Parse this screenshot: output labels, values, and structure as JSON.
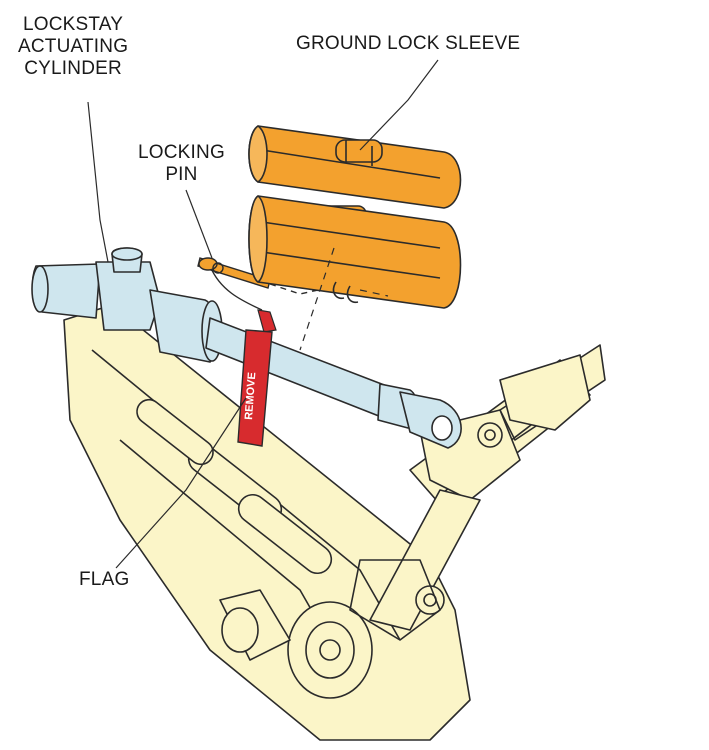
{
  "diagram": {
    "labels": {
      "lockstay_actuating_cylinder": "LOCKSTAY\nACTUATING\nCYLINDER",
      "ground_lock_sleeve": "GROUND LOCK SLEEVE",
      "locking_pin": "LOCKING\nPIN",
      "flag": "FLAG"
    },
    "flag_text": "REMOVE",
    "colors": {
      "landing_gear_structure": "#fbf5c8",
      "cylinder": "#cfe6ee",
      "sleeve": "#f3a12e",
      "flag": "#d72b2e",
      "line": "#2b2b2b"
    }
  }
}
